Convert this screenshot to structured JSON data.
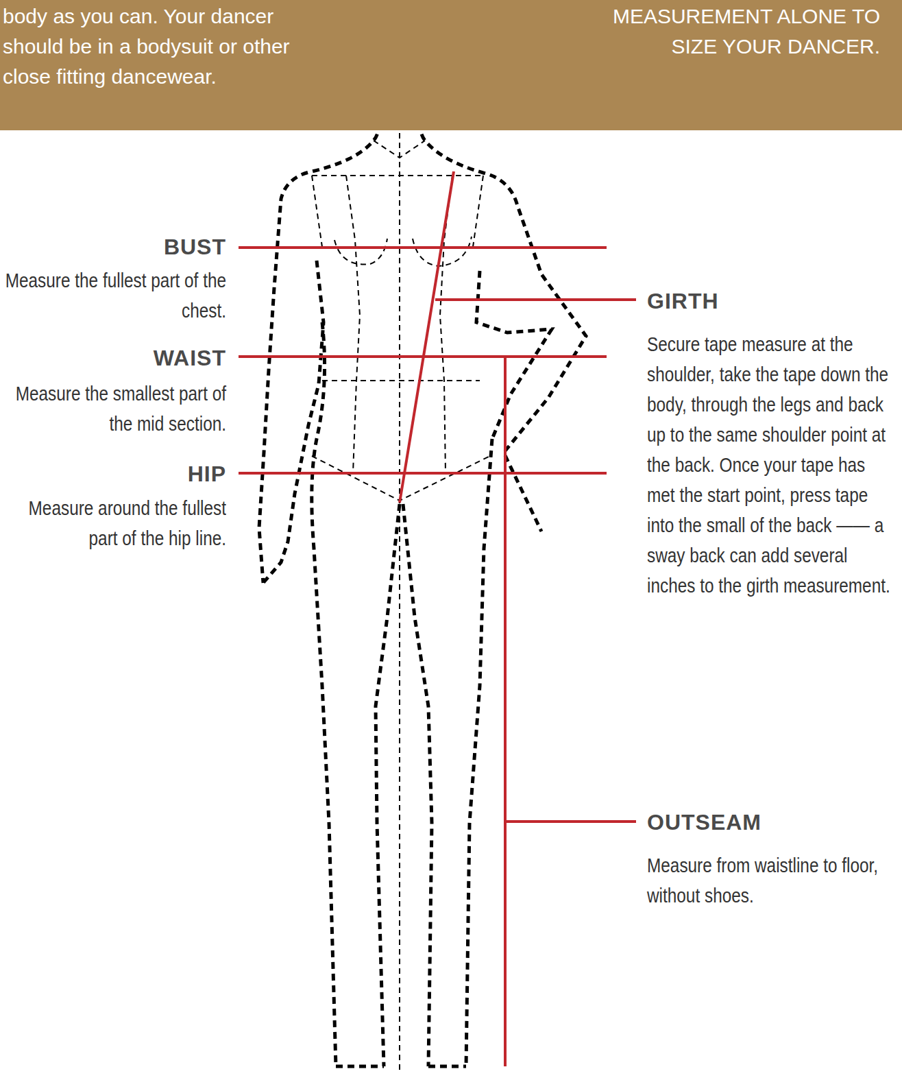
{
  "diagram": {
    "nodes": [
      {
        "text": [
          "body as you can. Your dancer should be in a bodysuit or other close fitting dancewear.",
          "MEASUREMENT ALONE TO SIZE YOUR DANCER."
        ]
      }
    ],
    "labels": [
      "BUST",
      "Measure the fullest part of the chest.",
      "WAIST",
      "Measure the smallest part of the mid section.",
      "HIP",
      "Measure around the fullest part of the hip line.",
      "GIRTH",
      "Secure tape measure at the shoulder, take the tape down the body, through the legs and back up to the same shoulder point at the back. Once your tape has met the start point, press tape into the small of the back —— a sway back can add several inches to the girth measurement.",
      "OUTSEAM",
      "Measure from waistline to floor, without shoes."
    ]
  }
}
